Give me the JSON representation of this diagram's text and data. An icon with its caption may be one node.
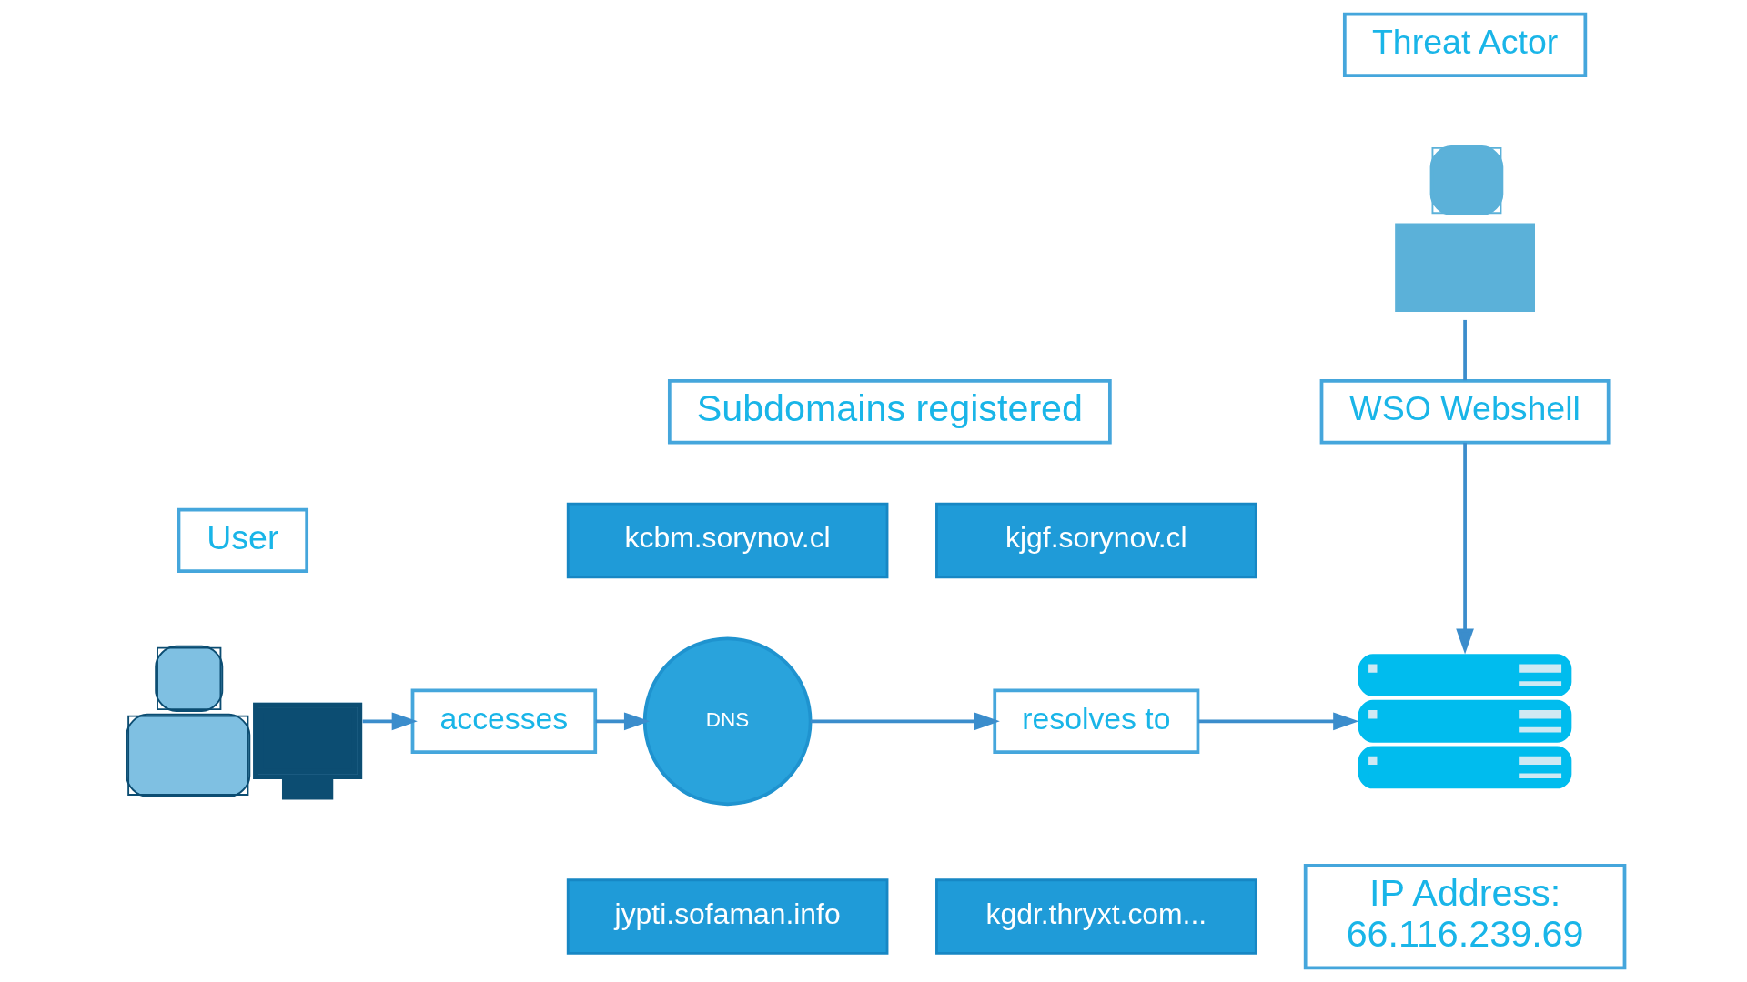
{
  "diagram": {
    "nodes": [
      {
        "text": [
          "Threat Actor"
        ]
      },
      {
        "text": [],
        "shape": "person"
      },
      {
        "text": [
          "Subdomains registered"
        ]
      },
      {
        "text": [
          "WSO Webshell"
        ]
      },
      {
        "text": [
          "User"
        ]
      },
      {
        "text": [
          "kcbm.sorynov.cl"
        ]
      },
      {
        "text": [
          "kjgf.sorynov.cl"
        ]
      },
      {
        "text": [],
        "shape": "person"
      },
      {
        "text": [
          "accesses"
        ]
      },
      {
        "text": [
          "DNS"
        ]
      },
      {
        "text": [
          "resolves to"
        ]
      },
      {
        "text": [],
        "shape": "picture"
      },
      {
        "text": [
          "jypti.sofaman.info"
        ]
      },
      {
        "text": [
          "kgdr.thryxt.com..."
        ]
      },
      {
        "text": [
          "IP Address: 66.116.239.69"
        ]
      }
    ],
    "edges": [
      {
        "from": 7,
        "to": 8,
        "arrow": "to"
      },
      {
        "from": 8,
        "to": 9,
        "arrow": "to"
      },
      {
        "from": 9,
        "to": 10,
        "arrow": "to"
      },
      {
        "from": 10,
        "to": 11,
        "arrow": "to"
      },
      {
        "from": 1,
        "to": 3,
        "arrow": "none"
      },
      {
        "from": 3,
        "to": 11,
        "arrow": "to"
      }
    ]
  }
}
